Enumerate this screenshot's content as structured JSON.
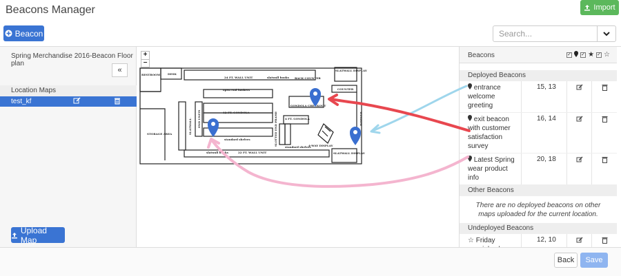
{
  "header": {
    "title": "Beacons Manager",
    "import_label": "Import",
    "beacon_button_label": "Beacon",
    "search_placeholder": "Search..."
  },
  "left_panel": {
    "floor_plan_name": "Spring Merchandise 2016-Beacon Floor plan",
    "collapse_glyph": "«",
    "location_maps_label": "Location Maps",
    "maps": [
      {
        "name": "test_kf"
      }
    ],
    "upload_button_label": "Upload Map"
  },
  "map": {
    "zoom_in": "+",
    "zoom_out": "−",
    "labels": {
      "restroom": "RESTROOM",
      "desk": "DESK",
      "wall_unit_24": "24 FT. WALL UNIT",
      "slatwall_books_top": "slatwall books",
      "back_counter": "BACK COUNTER",
      "slatwall_display_top": "SLATWALL DISPLAY",
      "open_end_baskets": "open end baskets",
      "counter": "COUNTER",
      "gondola_12": "12 FT. GONDOLA",
      "gondola_checkout": "GONDOLA CHECKOUT",
      "gondola_4": "4 FT. GONDOLA",
      "storage_area": "STORAGE AREA",
      "standard_shelves_a": "standard shelves",
      "standard_shelves_b": "standard shelves",
      "slatwall_books_bottom": "slatwall books",
      "wall_unit_22": "22 FT. WALL UNIT",
      "way_display": "4-WAY DISPLAY",
      "slatwall_display_bottom": "SLATWALL DISPLAY",
      "slatwall_left": "SLATWALL",
      "end_units": "END UNITS",
      "slotted_end_frame": "SLOTTED END FRAME",
      "window": "WINDOW"
    }
  },
  "right_panel": {
    "title": "Beacons",
    "deployed_label": "Deployed Beacons",
    "deployed": [
      {
        "name": "entrance welcome greeting",
        "position": "15, 13"
      },
      {
        "name": "exit beacon with customer satisfaction survey",
        "position": "16, 14"
      },
      {
        "name": "Latest Spring wear product info",
        "position": "20, 18"
      }
    ],
    "other_label": "Other Beacons",
    "other_message": "There are no deployed beacons on other maps uploaded for the current location.",
    "undeployed_label": "Undeployed Beacons",
    "undeployed": [
      {
        "name": "Friday special sale beacon",
        "position": "12, 10"
      }
    ]
  },
  "footer": {
    "back_label": "Back",
    "save_label": "Save"
  },
  "colors": {
    "primary": "#3a74d3",
    "success": "#5cb85c",
    "save_disabled": "#8fb5f0",
    "pin": "#3a6fd0",
    "arrow_red": "#e8474f",
    "arrow_blue": "#9fd6ec",
    "arrow_pink": "#f4b5cf"
  }
}
